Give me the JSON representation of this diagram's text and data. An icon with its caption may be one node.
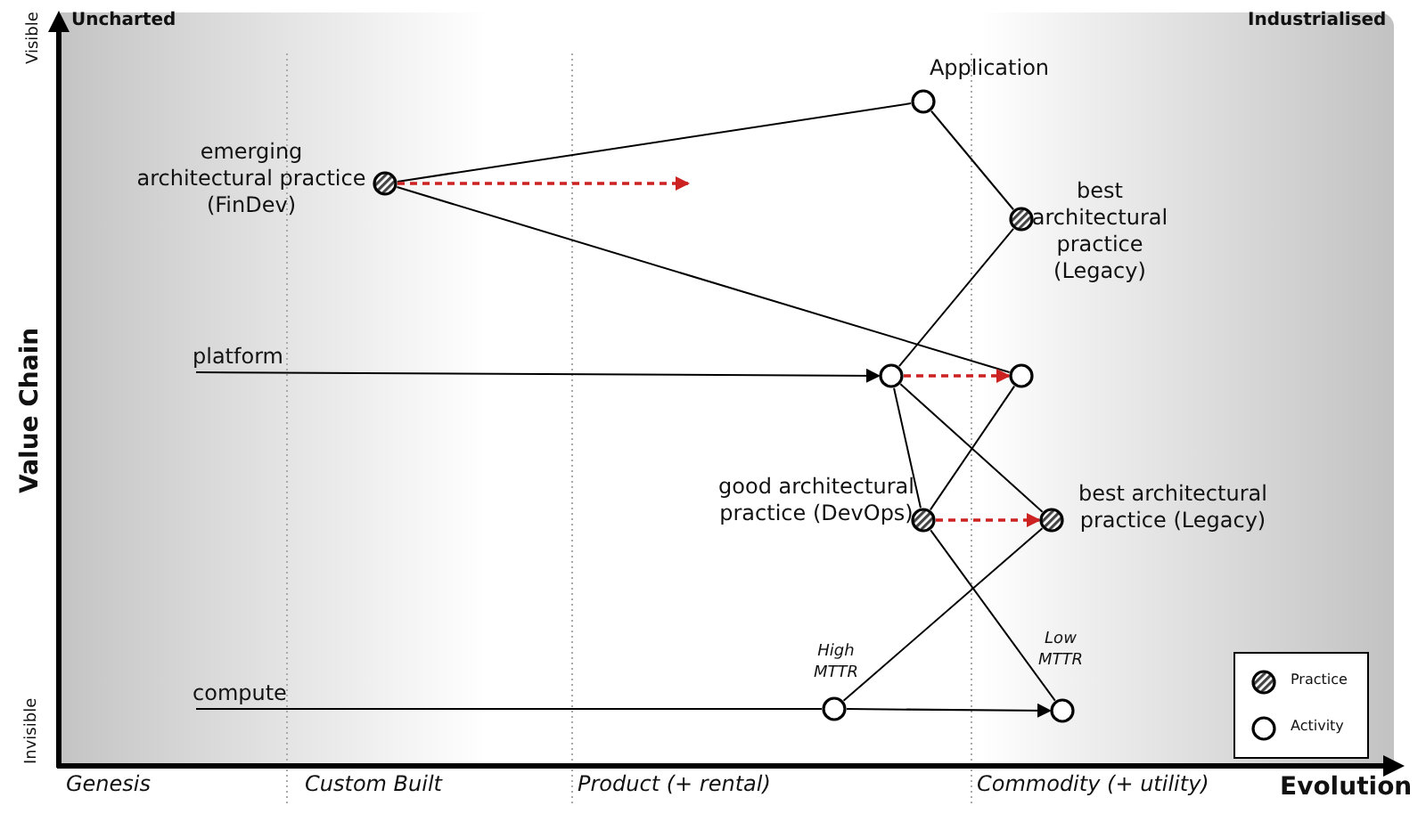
{
  "diagram": {
    "nodes": [
      {
        "text": [],
        "shape": "circle",
        "beside": [
          "Application"
        ]
      },
      {
        "text": [],
        "shape": "circle",
        "beside": [
          "emerging architectural practice (FinDev)"
        ]
      },
      {
        "text": [],
        "shape": "circle",
        "beside": [
          "best architectural practice (Legacy)"
        ]
      },
      {
        "text": [
          "platform"
        ]
      },
      {
        "text": [],
        "shape": "circle"
      },
      {
        "text": [],
        "shape": "circle"
      },
      {
        "text": [],
        "shape": "circle",
        "beside": [
          "good architectural practice (DevOps)"
        ]
      },
      {
        "text": [],
        "shape": "circle",
        "beside": [
          "best architectural practice (Legacy)"
        ]
      },
      {
        "text": [
          "compute"
        ]
      },
      {
        "text": [],
        "shape": "circle",
        "beside": [
          "High MTTR"
        ]
      },
      {
        "text": [],
        "shape": "circle",
        "beside": [
          "Low MTTR"
        ]
      }
    ],
    "edges": [
      {
        "from": 0,
        "to": 1,
        "arrow": "none"
      },
      {
        "from": 0,
        "to": 2,
        "arrow": "none"
      },
      {
        "from": 1,
        "to": 5,
        "arrow": "none"
      },
      {
        "from": 1,
        "to": null,
        "arrow": "to",
        "style": "dashed",
        "color": "#cc2222"
      },
      {
        "from": 2,
        "to": 4,
        "arrow": "none"
      },
      {
        "from": 3,
        "to": 4,
        "arrow": "to"
      },
      {
        "from": 4,
        "to": 5,
        "arrow": "to",
        "style": "dashed",
        "color": "#cc2222"
      },
      {
        "from": 4,
        "to": 6,
        "arrow": "none"
      },
      {
        "from": 4,
        "to": 7,
        "arrow": "none"
      },
      {
        "from": 5,
        "to": 6,
        "arrow": "none"
      },
      {
        "from": 6,
        "to": 7,
        "arrow": "to",
        "style": "dashed",
        "color": "#cc2222"
      },
      {
        "from": 6,
        "to": 10,
        "arrow": "none"
      },
      {
        "from": 7,
        "to": 9,
        "arrow": "none"
      },
      {
        "from": 8,
        "to": 9,
        "arrow": "none"
      },
      {
        "from": 9,
        "to": 10,
        "arrow": "to"
      }
    ],
    "labels": [
      "Uncharted",
      "Industrialised",
      "Visible",
      "Value Chain",
      "Invisible",
      "Genesis",
      "Custom Built",
      "Product (+ rental)",
      "Commodity (+ utility)",
      "Evolution"
    ],
    "legend": [
      {
        "text": "Practice"
      },
      {
        "text": "Activity"
      }
    ]
  }
}
